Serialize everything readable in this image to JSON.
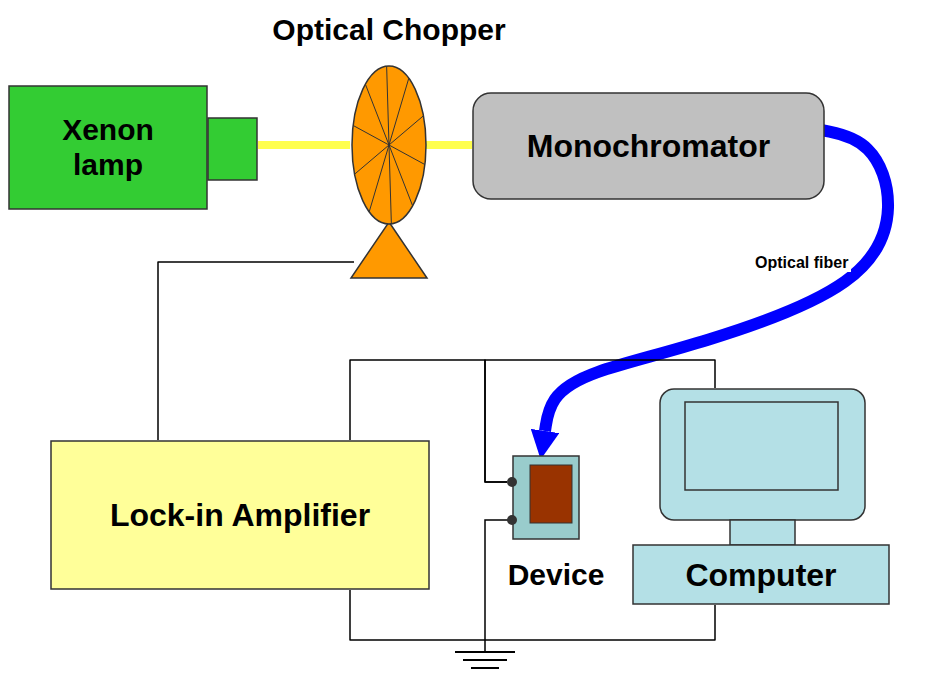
{
  "diagram": {
    "nodes": [
      {
        "text": [
          "Xenon lamp"
        ]
      },
      {
        "text": [
          "Optical Chopper"
        ]
      },
      {
        "text": [
          "Monochromator"
        ]
      },
      {
        "text": [
          "Lock-in Amplifier"
        ]
      },
      {
        "text": [
          "Device"
        ]
      },
      {
        "text": [
          "Computer"
        ]
      }
    ],
    "edges": [
      {
        "from": 0,
        "to": 1,
        "arrow": "none"
      },
      {
        "from": 1,
        "to": 2,
        "arrow": "none"
      },
      {
        "from": 2,
        "to": 4,
        "arrow": "to",
        "label": "Optical fiber"
      },
      {
        "from": 1,
        "to": 3,
        "arrow": "none"
      },
      {
        "from": 3,
        "to": 4,
        "arrow": "none"
      },
      {
        "from": 4,
        "to": 5,
        "arrow": "none"
      },
      {
        "from": 3,
        "to": 5,
        "arrow": "none"
      }
    ]
  }
}
